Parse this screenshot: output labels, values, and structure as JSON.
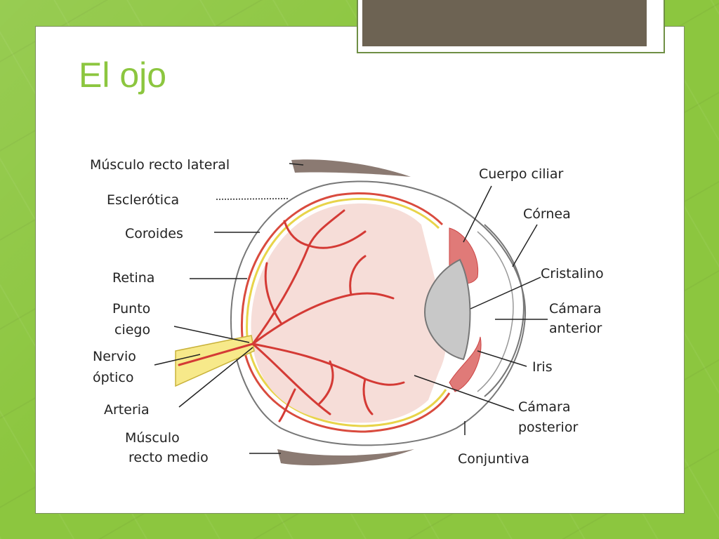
{
  "slide": {
    "title": "El ojo"
  },
  "diagram": {
    "labels": {
      "musculo_recto_lateral": "Músculo recto lateral",
      "esclerotica": "Esclerótica",
      "coroides": "Coroides",
      "retina": "Retina",
      "punto_ciego_1": "Punto",
      "punto_ciego_2": "ciego",
      "nervio_optico_1": "Nervio",
      "nervio_optico_2": "óptico",
      "arteria": "Arteria",
      "musculo_recto_medio_1": "Músculo",
      "musculo_recto_medio_2": "recto medio",
      "cuerpo_ciliar": "Cuerpo ciliar",
      "cornea": "Córnea",
      "cristalino": "Cristalino",
      "camara_anterior_1": "Cámara",
      "camara_anterior_2": "anterior",
      "iris": "Iris",
      "camara_posterior_1": "Cámara",
      "camara_posterior_2": "posterior",
      "conjuntiva": "Conjuntiva"
    },
    "colors": {
      "vitreous": "#f6ddd8",
      "vessels": "#d43a35",
      "lens": "#c8c8c8",
      "retina": "#e8d44a",
      "muscle": "#8b7a72"
    }
  }
}
